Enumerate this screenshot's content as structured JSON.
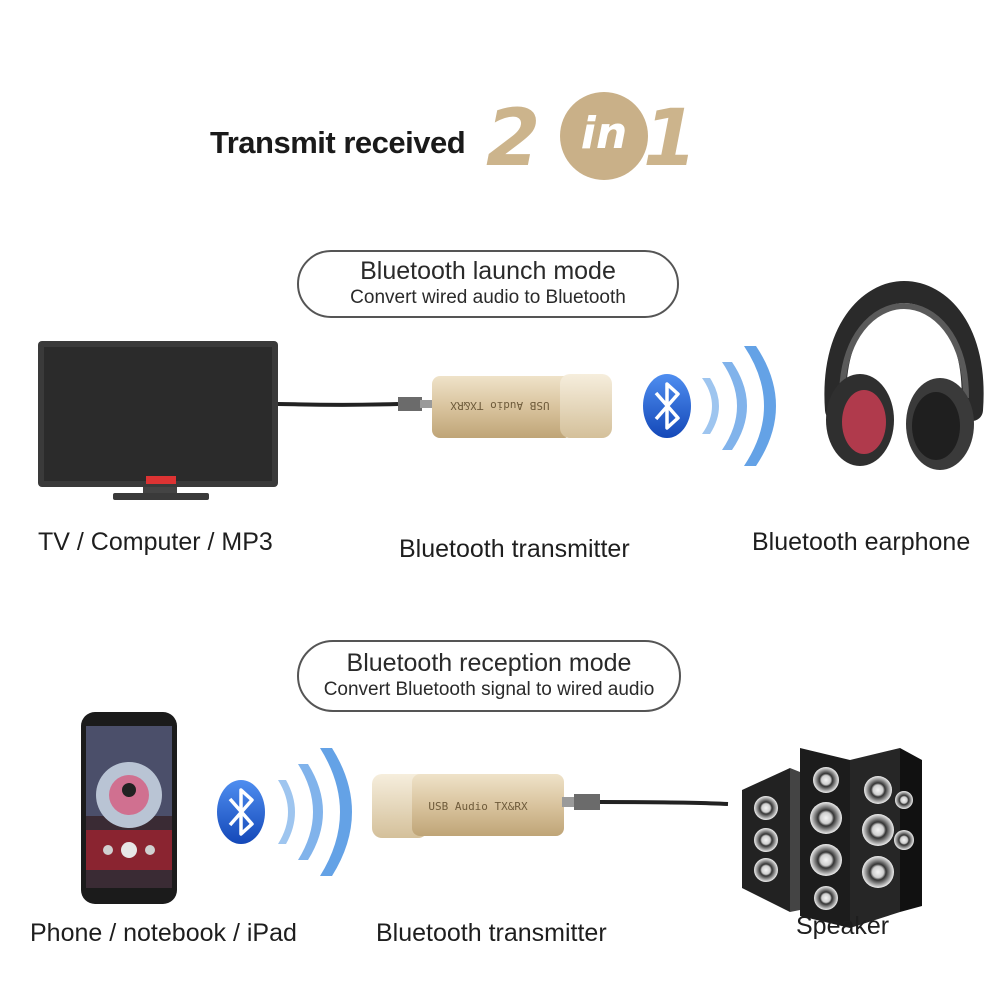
{
  "header": {
    "headline": "Transmit received",
    "badge_two": "2",
    "badge_in": "in",
    "badge_one": "1"
  },
  "launch_mode": {
    "title": "Bluetooth launch mode",
    "subtitle": "Convert wired audio to Bluetooth",
    "source_label": "TV / Computer / MP3",
    "device_label": "Bluetooth transmitter",
    "target_label": "Bluetooth earphone",
    "dongle_print": "USB Audio TX&RX"
  },
  "reception_mode": {
    "title": "Bluetooth reception mode",
    "subtitle": "Convert Bluetooth signal to wired audio",
    "source_label": "Phone / notebook / iPad",
    "device_label": "Bluetooth transmitter",
    "target_label": "Speaker",
    "dongle_print": "USB Audio TX&RX"
  },
  "icons": [
    "bluetooth-icon",
    "wifi-wave-icon",
    "tv-icon",
    "headphones-icon",
    "smartphone-icon",
    "speaker-icon",
    "usb-dongle-icon"
  ],
  "colors": {
    "gold": "#ccb48c",
    "bluetooth_blue": "#1e63d6",
    "wave_blue": "#3d8be0"
  }
}
